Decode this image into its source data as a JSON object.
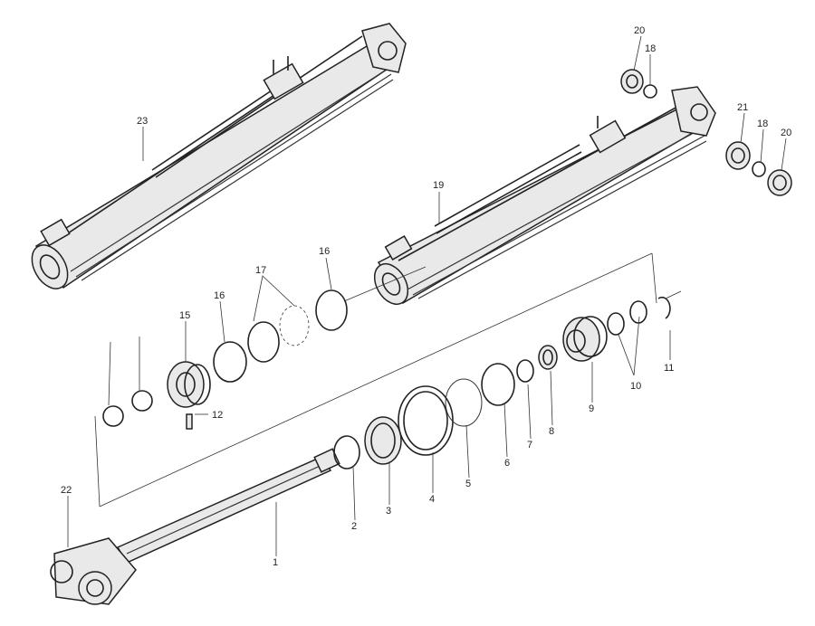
{
  "labels": {
    "p1": "1",
    "p2": "2",
    "p3": "3",
    "p4": "4",
    "p5": "5",
    "p6": "6",
    "p7": "7",
    "p8": "8",
    "p9": "9",
    "p10": "10",
    "p11": "11",
    "p12": "12",
    "p15": "15",
    "p16a": "16",
    "p16b": "16",
    "p17": "17",
    "p18a": "18",
    "p18b": "18",
    "p19": "19",
    "p20a": "20",
    "p20b": "20",
    "p21": "21",
    "p22": "22",
    "p23": "23"
  }
}
